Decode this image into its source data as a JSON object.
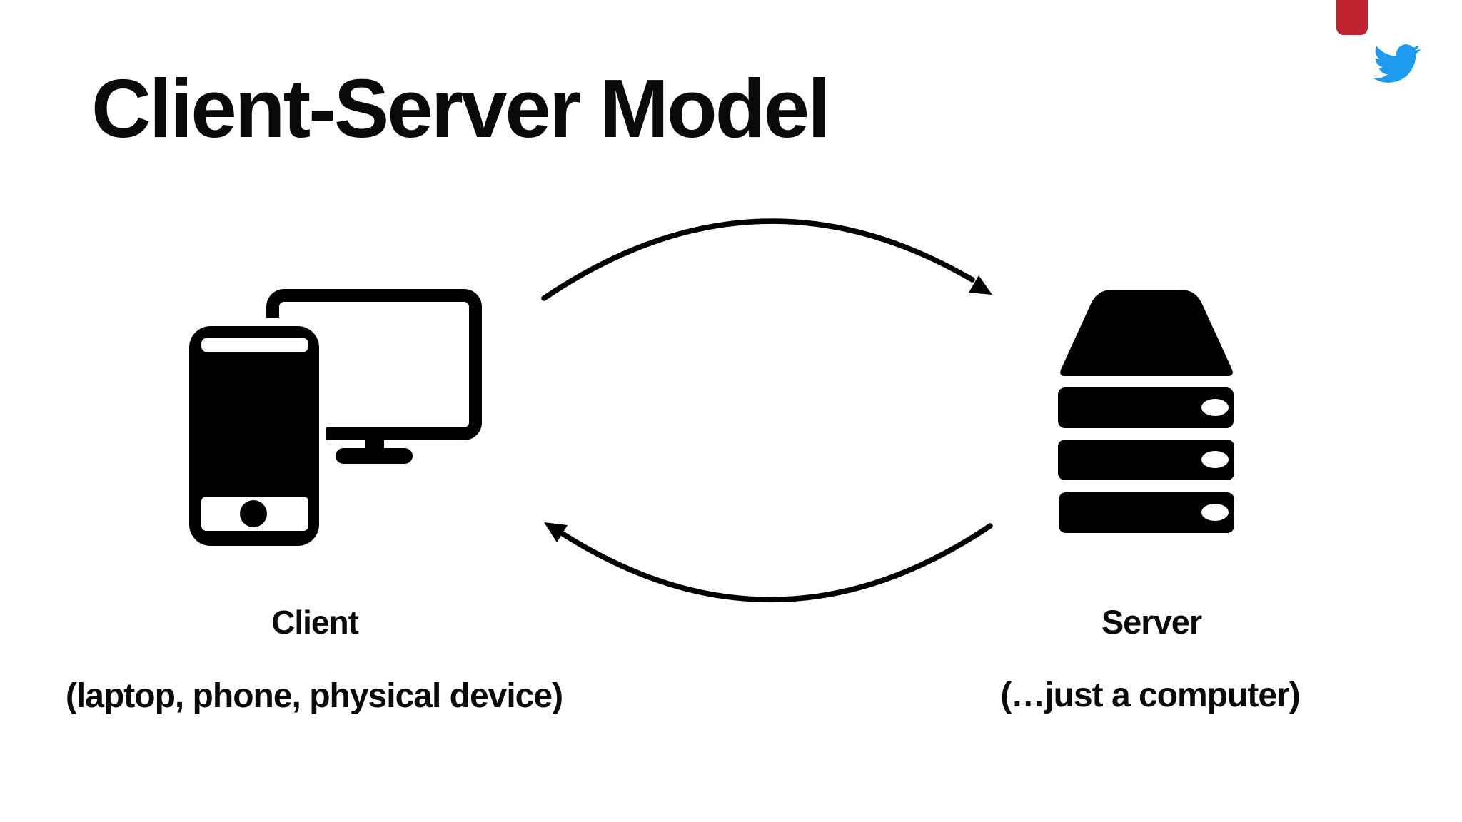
{
  "slide": {
    "title": "Client-Server Model",
    "background_color": "#ffffff",
    "ink_color": "#0a0a0a"
  },
  "client": {
    "label": "Client",
    "sublabel": "(laptop, phone, physical device)",
    "icon": "phone-and-monitor-icon"
  },
  "server": {
    "label": "Server",
    "sublabel": "(…just a computer)",
    "icon": "server-stack-icon"
  },
  "arrows": {
    "top_arrow": "client-to-server-arc",
    "bottom_arrow": "server-to-client-arc"
  },
  "branding": {
    "twitter_icon": "twitter-bird-icon",
    "twitter_blue": "#1d9bf0",
    "corner_mark": "red-corner-mark",
    "corner_mark_color": "#bf2330"
  }
}
